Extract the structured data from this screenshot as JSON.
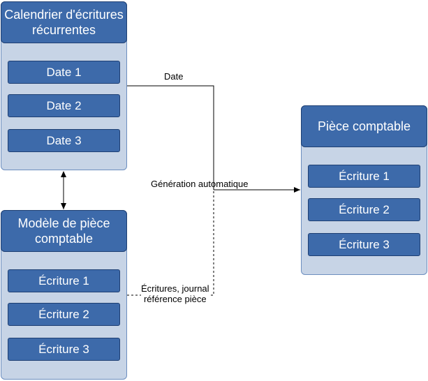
{
  "calendar": {
    "title_line1": "Calendrier d'écritures",
    "title_line2": "récurrentes",
    "items": [
      "Date 1",
      "Date 2",
      "Date 3"
    ]
  },
  "model": {
    "title_line1": "Modèle de pièce",
    "title_line2": "comptable",
    "items": [
      "Écriture 1",
      "Écriture 2",
      "Écriture 3"
    ]
  },
  "piece": {
    "title": "Pièce comptable",
    "items": [
      "Écriture 1",
      "Écriture 2",
      "Écriture 3"
    ]
  },
  "edges": {
    "date_label": "Date",
    "generation_label": "Génération automatique",
    "ecritures_line1": "Écritures, journal",
    "ecritures_line2": "référence pièce"
  },
  "colors": {
    "container_fill": "#c7d4e6",
    "header_fill": "#3d6aaa",
    "line": "#000000"
  }
}
